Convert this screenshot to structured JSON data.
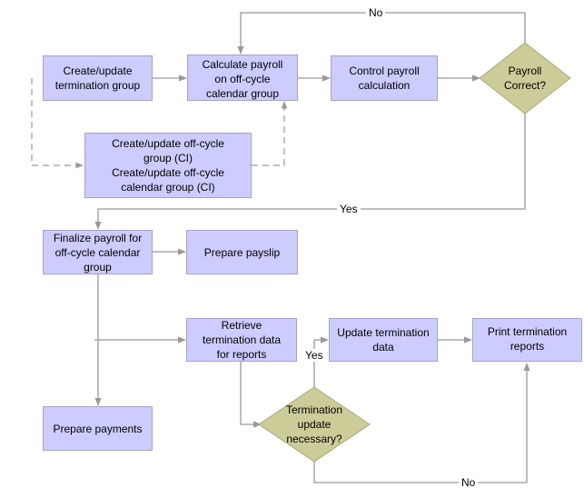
{
  "nodes": {
    "create_term_group": "Create/update\ntermination group",
    "calc_payroll": "Calculate payroll\non off-cycle\ncalendar group",
    "control_payroll": "Control payroll\ncalculation",
    "payroll_correct": "Payroll\nCorrect?",
    "create_offcycle": "Create/update off-cycle\ngroup (CI)\nCreate/update off-cycle\ncalendar group (CI)",
    "finalize_payroll": "Finalize payroll for\noff-cycle calendar\ngroup",
    "prepare_payslip": "Prepare payslip",
    "retrieve_term": "Retrieve\ntermination data\nfor reports",
    "update_term": "Update termination\ndata",
    "print_term": "Print termination\nreports",
    "term_update_needed": "Termination\nupdate\nnecessary?",
    "prepare_payments": "Prepare payments"
  },
  "edge_labels": {
    "no_top": "No",
    "yes_mid": "Yes",
    "yes_decision": "Yes",
    "no_bottom": "No"
  },
  "colors": {
    "box_fill": "#ccccff",
    "box_border": "#a3a3c8",
    "decision_fill": "#cccc99",
    "line": "#999999"
  }
}
